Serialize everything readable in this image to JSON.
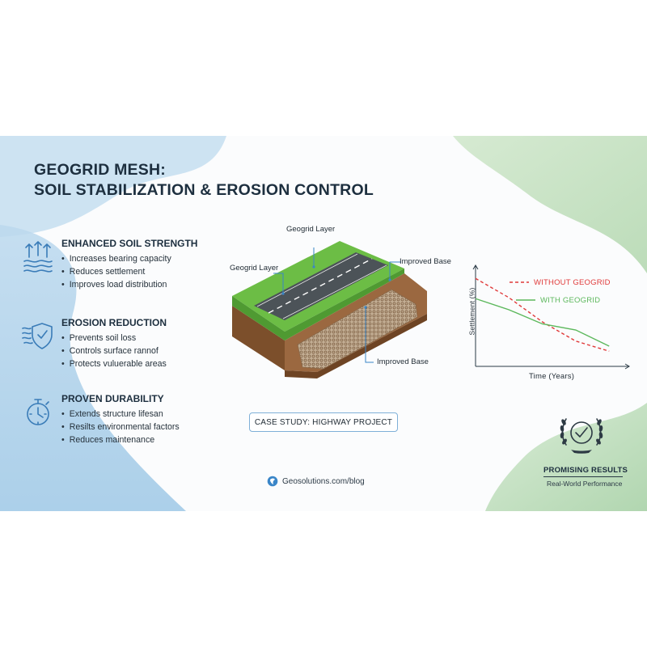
{
  "title": {
    "line1": "GEOGRID MESH:",
    "line2": "SOIL STABILIZATION & EROSION CONTROL"
  },
  "features": [
    {
      "icon": "soil-strength-arrows-icon",
      "heading": "ENHANCED SOIL STRENGTH",
      "items": [
        "Increases bearing capacity",
        "Reduces settlement",
        "Improves load distribution"
      ]
    },
    {
      "icon": "shield-wind-icon",
      "heading": "EROSION REDUCTION",
      "items": [
        "Prevents soil loss",
        "Controls surface rannof",
        "Protects vuluerable areas"
      ]
    },
    {
      "icon": "stopwatch-icon",
      "heading": "PROVEN DURABILITY",
      "items": [
        "Extends structure lifesan",
        "Resilts environmental factors",
        "Reduces maintenance"
      ]
    }
  ],
  "diagram": {
    "labels": {
      "geogrid_layer_top": "Geogrid Layer",
      "geogrid_layer_left": "Geogrid Layer",
      "improved_base_right": "Improved Base",
      "improved_base_bottom": "Improved Base"
    },
    "colors": {
      "grass": "#6cbd45",
      "road": "#4c5358",
      "soil": "#8b5a33",
      "leader": "#3a86c8"
    }
  },
  "chart_data": {
    "type": "line",
    "title": "",
    "xlabel": "Time (Years)",
    "ylabel": "Settlement (%)",
    "x": [
      0,
      1,
      2,
      3,
      4
    ],
    "xlim": [
      0,
      4.6
    ],
    "ylim": [
      0,
      10
    ],
    "grid": false,
    "legend_position": "top-right",
    "series": [
      {
        "name": "WITHOUT GEOGRID",
        "values": [
          8.7,
          6.8,
          4.4,
          2.5,
          1.5
        ],
        "color": "#e03a3a",
        "style": "dashed"
      },
      {
        "name": "WITH GEOGRID",
        "values": [
          6.7,
          5.6,
          4.2,
          3.6,
          2.0
        ],
        "color": "#5cb85c",
        "style": "solid"
      }
    ]
  },
  "case_study": "CASE STUDY: HIGHWAY PROJECT",
  "source": "Geosolutions.com/blog",
  "results": {
    "title": "PROMISING RESULTS",
    "subtitle": "Real-World Performance"
  },
  "colors": {
    "accent_blue": "#7fb0d8",
    "accent_green": "#a9d3a8",
    "heading": "#1d2f3f"
  }
}
